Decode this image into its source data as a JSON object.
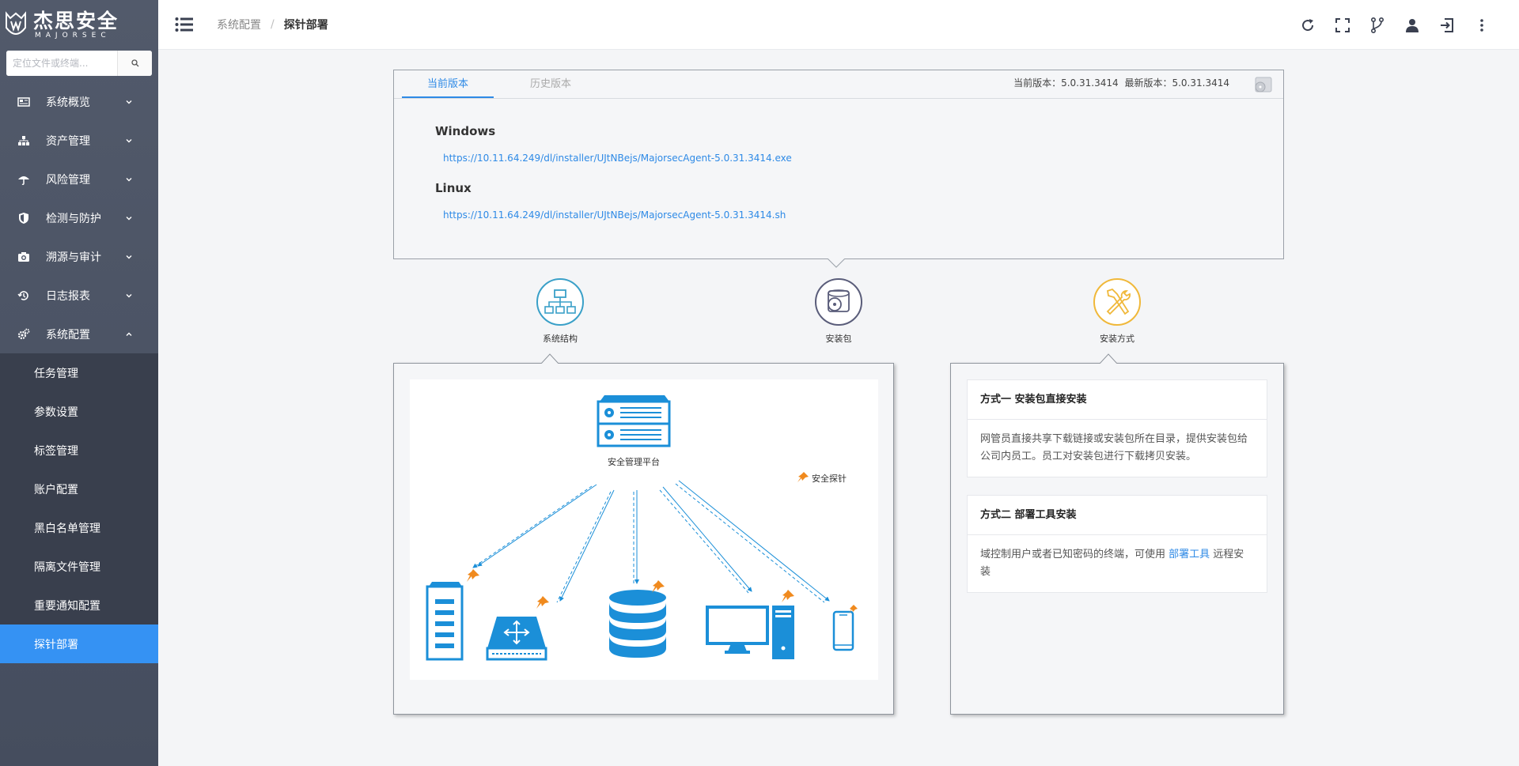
{
  "brand": {
    "name_cn": "杰思安全",
    "name_en": "MAJORSEC"
  },
  "search": {
    "placeholder": "定位文件或终端..."
  },
  "sidebar": {
    "items": [
      {
        "label": "系统概览",
        "icon": "monitor-icon"
      },
      {
        "label": "资产管理",
        "icon": "sitemap-icon"
      },
      {
        "label": "风险管理",
        "icon": "umbrella-icon"
      },
      {
        "label": "检测与防护",
        "icon": "shield-icon"
      },
      {
        "label": "溯源与审计",
        "icon": "camera-icon"
      },
      {
        "label": "日志报表",
        "icon": "history-icon"
      },
      {
        "label": "系统配置",
        "icon": "cogs-icon"
      }
    ],
    "submenu": [
      {
        "label": "任务管理"
      },
      {
        "label": "参数设置"
      },
      {
        "label": "标签管理"
      },
      {
        "label": "账户配置"
      },
      {
        "label": "黑白名单管理"
      },
      {
        "label": "隔离文件管理"
      },
      {
        "label": "重要通知配置"
      },
      {
        "label": "探针部署"
      }
    ]
  },
  "header": {
    "breadcrumb_parent": "系统配置",
    "breadcrumb_sep": "/",
    "breadcrumb_current": "探针部署",
    "tools": [
      "refresh-icon",
      "fullscreen-icon",
      "branch-icon",
      "user-icon",
      "logout-icon",
      "more-vertical-icon"
    ]
  },
  "version_panel": {
    "tab_current": "当前版本",
    "tab_history": "历史版本",
    "current_version_label": "当前版本：",
    "current_version": "5.0.31.3414",
    "latest_version_label": "最新版本：",
    "latest_version": "5.0.31.3414",
    "windows_title": "Windows",
    "windows_link": "https://10.11.64.249/dl/installer/UJtNBejs/MajorsecAgent-5.0.31.3414.exe",
    "linux_title": "Linux",
    "linux_link": "https://10.11.64.249/dl/installer/UJtNBejs/MajorsecAgent-5.0.31.3414.sh"
  },
  "steps": [
    {
      "label": "系统结构",
      "color": "#3aa0c8"
    },
    {
      "label": "安装包",
      "color": "#5a5d7a"
    },
    {
      "label": "安装方式",
      "color": "#f0b83a"
    }
  ],
  "diagram": {
    "platform_label": "安全管理平台",
    "legend_label": "安全探针",
    "primary_color": "#1b8fd8",
    "pin_color": "#f08a1e"
  },
  "methods": [
    {
      "title": "方式一 安装包直接安装",
      "body": "网管员直接共享下载链接或安装包所在目录，提供安装包给公司内员工。员工对安装包进行下载拷贝安装。"
    },
    {
      "title": "方式二 部署工具安装",
      "body_prefix": "域控制用户或者已知密码的终端，可使用 ",
      "body_link": "部署工具",
      "body_suffix": " 远程安装"
    }
  ]
}
